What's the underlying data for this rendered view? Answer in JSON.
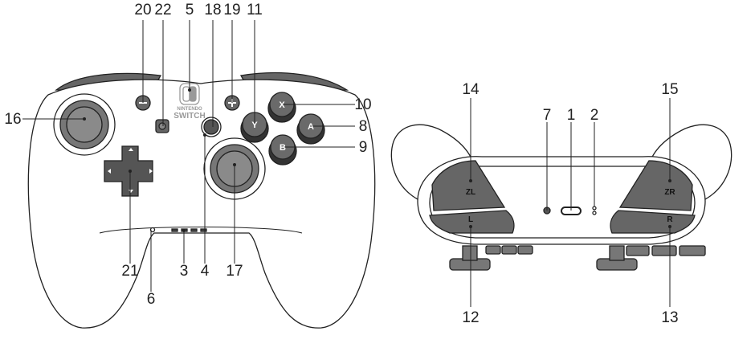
{
  "front_view": {
    "callouts": {
      "c20": "20",
      "c22": "22",
      "c5": "5",
      "c18": "18",
      "c19": "19",
      "c11": "11",
      "c16": "16",
      "c10": "10",
      "c8": "8",
      "c9": "9",
      "c21": "21",
      "c3": "3",
      "c4": "4",
      "c17": "17",
      "c6": "6"
    },
    "buttons": {
      "x": "X",
      "y": "Y",
      "a": "A",
      "b": "B"
    },
    "logo": {
      "line1": "NINTENDO",
      "line2": "SWITCH"
    }
  },
  "top_view": {
    "callouts": {
      "c14": "14",
      "c7": "7",
      "c1": "1",
      "c2": "2",
      "c15": "15",
      "c12": "12",
      "c13": "13"
    },
    "triggers": {
      "zl": "ZL",
      "zr": "ZR",
      "l": "L",
      "r": "R"
    }
  }
}
